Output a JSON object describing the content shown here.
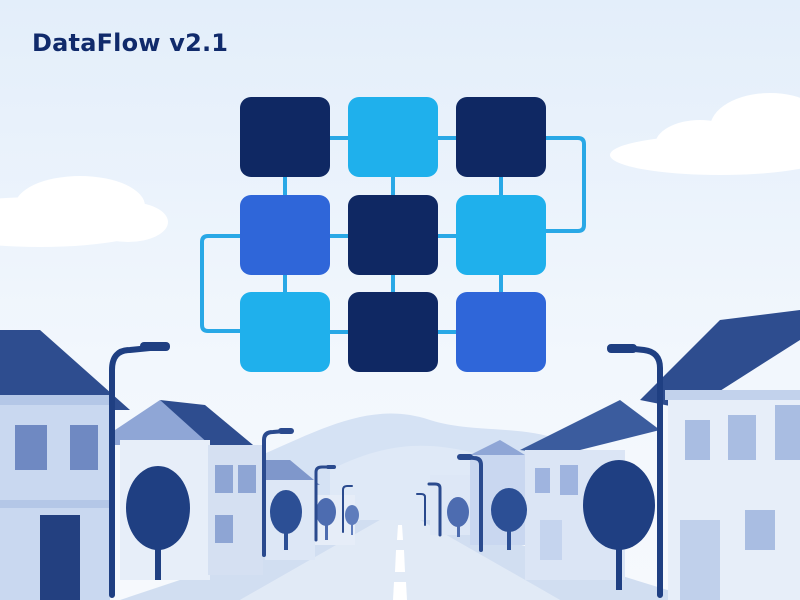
{
  "app": {
    "title": "DataFlow v2.1"
  },
  "logo": {
    "icon": "network-grid-icon",
    "tiles": [
      {
        "id": "r1c1",
        "color": "#0f2863"
      },
      {
        "id": "r1c2",
        "color": "#1fb0ec"
      },
      {
        "id": "r1c3",
        "color": "#0f2863"
      },
      {
        "id": "r2c1",
        "color": "#2f66d9"
      },
      {
        "id": "r2c2",
        "color": "#0f2863"
      },
      {
        "id": "r2c3",
        "color": "#1fb0ec"
      },
      {
        "id": "r3c1",
        "color": "#1fb0ec"
      },
      {
        "id": "r3c2",
        "color": "#0f2863"
      },
      {
        "id": "r3c3",
        "color": "#2f66d9"
      }
    ],
    "connector_color": "#29a8e6"
  },
  "colors": {
    "sky": "#eef5fc",
    "title": "#102a6b",
    "house_dark": "#2e4d8f",
    "house_light": "#c5d5ee",
    "tree": "#1f3f82",
    "road": "#e3ebf6"
  }
}
